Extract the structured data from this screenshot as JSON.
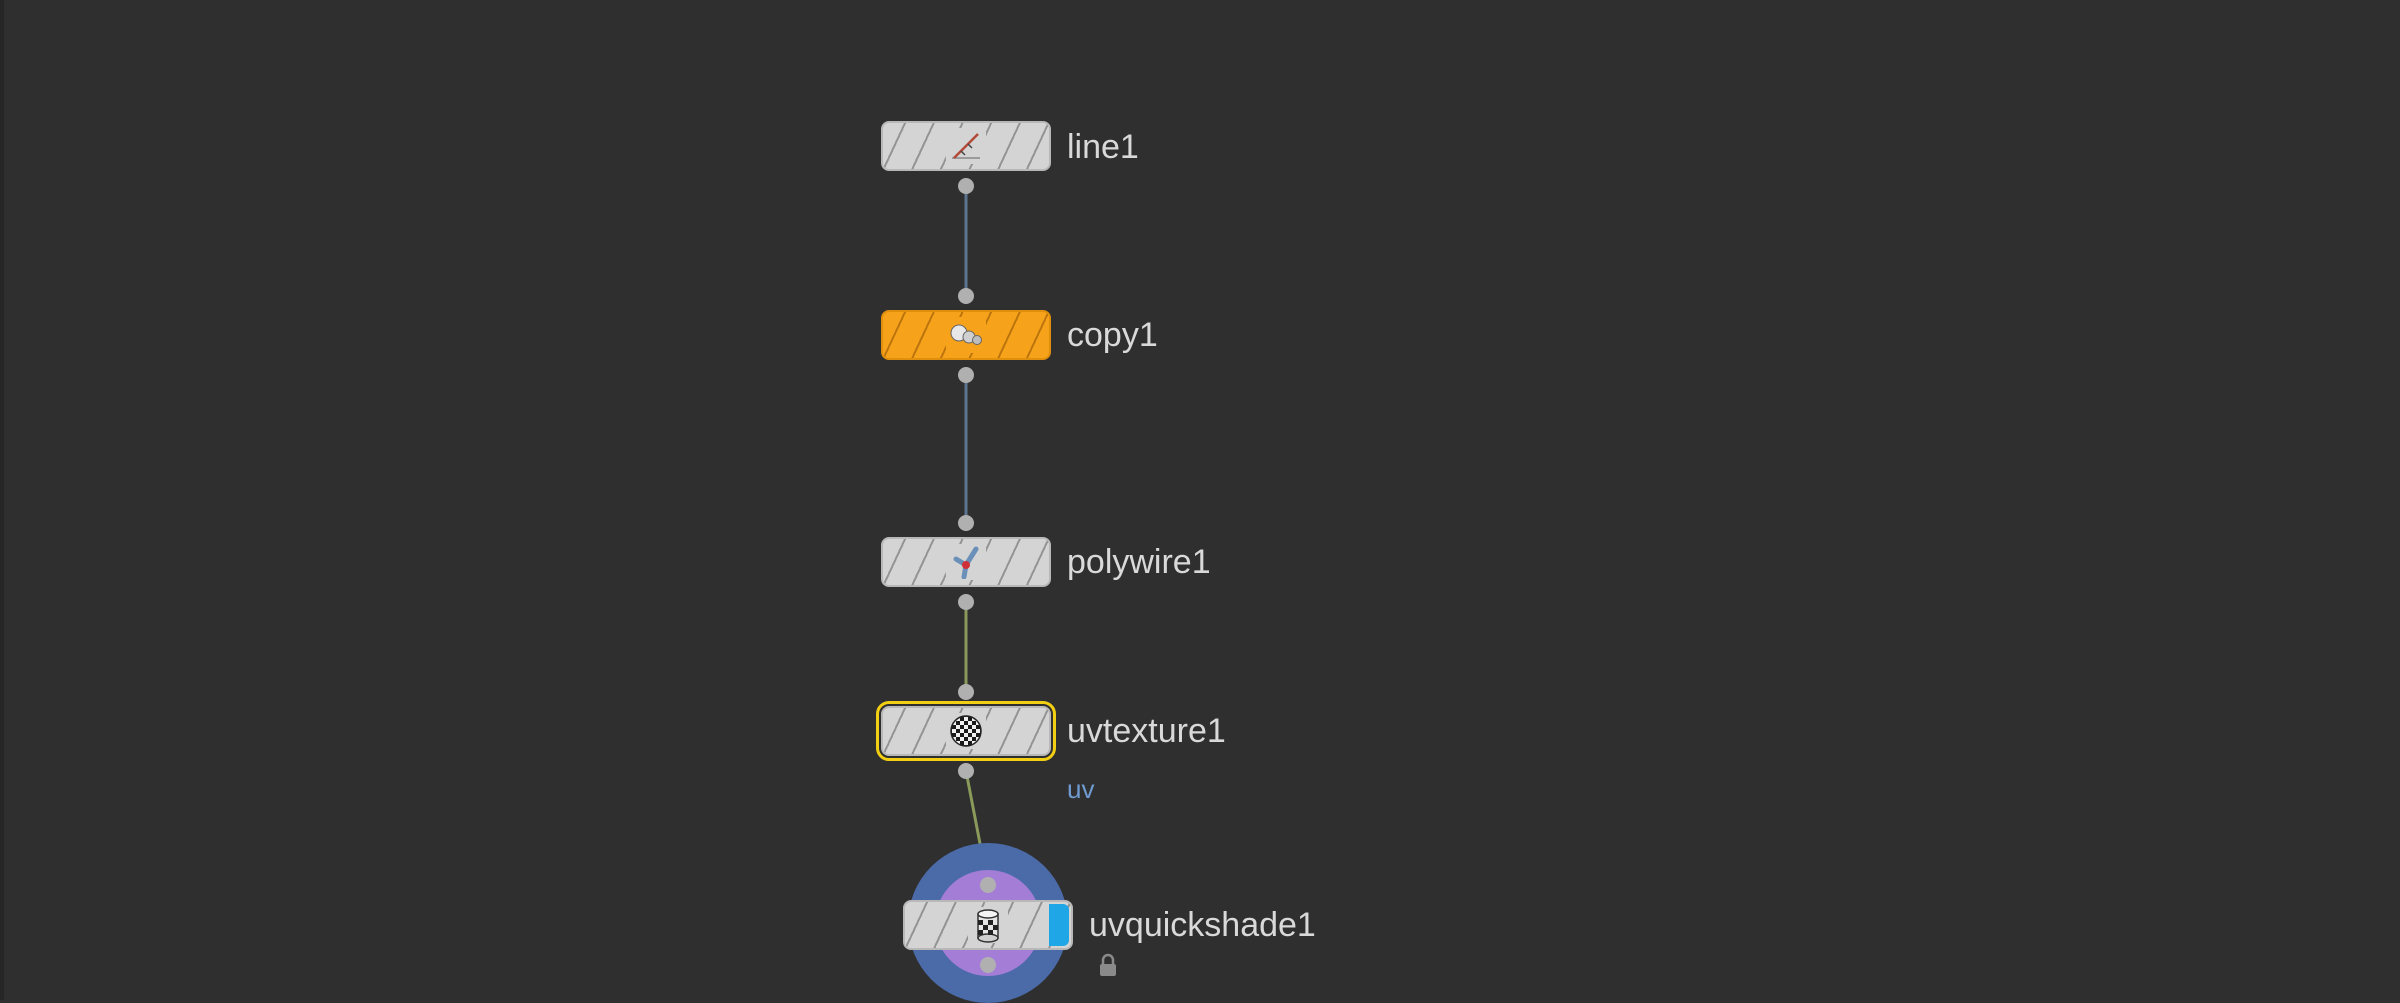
{
  "editor": {
    "background": "#2f2f2f",
    "wire_color_blue": "#5c7591",
    "wire_color_green": "#8a9a5b"
  },
  "nodes": [
    {
      "id": "line1",
      "label": "line1",
      "icon": "line-icon",
      "color": "#d4d4d4",
      "selected": false
    },
    {
      "id": "copy1",
      "label": "copy1",
      "icon": "copy-spheres-icon",
      "color": "#f7a21b",
      "selected": false
    },
    {
      "id": "polywire1",
      "label": "polywire1",
      "icon": "polywire-icon",
      "color": "#d4d4d4",
      "selected": false
    },
    {
      "id": "uvtexture1",
      "label": "uvtexture1",
      "sublabel": "uv",
      "icon": "checker-sphere-icon",
      "color": "#d4d4d4",
      "selected": true
    },
    {
      "id": "uvquickshade1",
      "label": "uvquickshade1",
      "icon": "uv-cylinder-icon",
      "color": "#d4d4d4",
      "display_flag": true,
      "locked": true
    }
  ]
}
